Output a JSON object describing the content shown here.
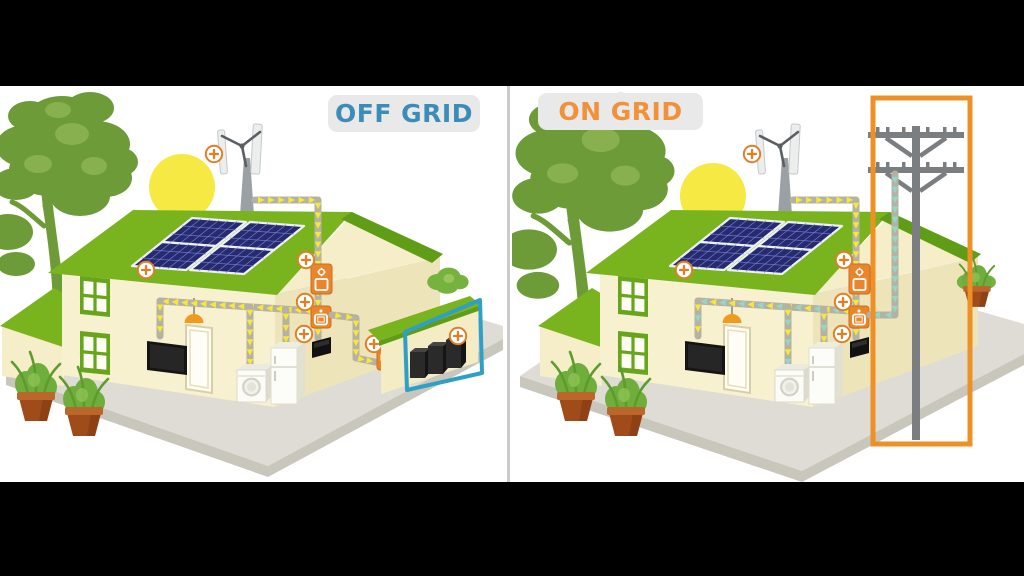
{
  "frame": {
    "kind": "video-frame-letterboxed",
    "letterbox_color": "#000000",
    "background": "#ffffff",
    "label_background": "#e9e9e9"
  },
  "panels": [
    {
      "id": "off-grid",
      "label": "OFF GRID",
      "label_color": "#3c8cba",
      "highlight": {
        "name": "battery-bank-highlight",
        "color": "#2f9fc6"
      },
      "energy_flow": {
        "arrow_colors": [
          "#f6e73b"
        ],
        "meaning": "solar-and-wind-power"
      },
      "components": [
        "tree",
        "sun",
        "wind-turbine",
        "solar-panel-array",
        "house",
        "windows",
        "door",
        "pendant-lamp",
        "tv",
        "washing-machine",
        "refrigerator",
        "charge-controller",
        "inverter",
        "breaker-panel",
        "battery-charger",
        "battery-bank",
        "plant-pots"
      ]
    },
    {
      "id": "on-grid",
      "label": "ON GRID",
      "label_color": "#f0923a",
      "highlight": {
        "name": "utility-pole-highlight",
        "color": "#ee9026"
      },
      "energy_flow": {
        "arrow_colors": [
          "#f6e73b",
          "#93d8c6"
        ],
        "meaning": "solar-wind-and-grid-power"
      },
      "components": [
        "tree",
        "sun",
        "wind-turbine",
        "solar-panel-array",
        "house",
        "windows",
        "door",
        "pendant-lamp",
        "tv",
        "washing-machine",
        "refrigerator",
        "charge-controller",
        "inverter",
        "breaker-panel",
        "utility-pole",
        "power-line",
        "plant-pots"
      ]
    }
  ],
  "colors": {
    "roof": "#79b41f",
    "roof_dark": "#5f9d17",
    "wall_front": "#f8f1cf",
    "wall_side": "#eee4b9",
    "gable": "#f6eec9",
    "window_green": "#67a51b",
    "ground_top": "#dedcd4",
    "ground_side": "#c9c6bc",
    "conduit": "#b5b2a4",
    "arrow_yellow": "#f6e73b",
    "arrow_teal": "#93d8c6",
    "device_orange": "#e9862d",
    "plus_orange": "#df7f28",
    "battery_highlight_blue": "#2f9fc6",
    "pole_highlight_orange": "#ee9026",
    "pole_gray": "#7b7e81",
    "tree_green": "#6d9b37",
    "tree_light": "#8cb351",
    "pot_brown": "#a04b1a",
    "pot_rim": "#bb662b",
    "sun_yellow": "#f7e943",
    "solar_panel_blue": "#262a6e",
    "lamp_orange": "#f09a1e"
  }
}
